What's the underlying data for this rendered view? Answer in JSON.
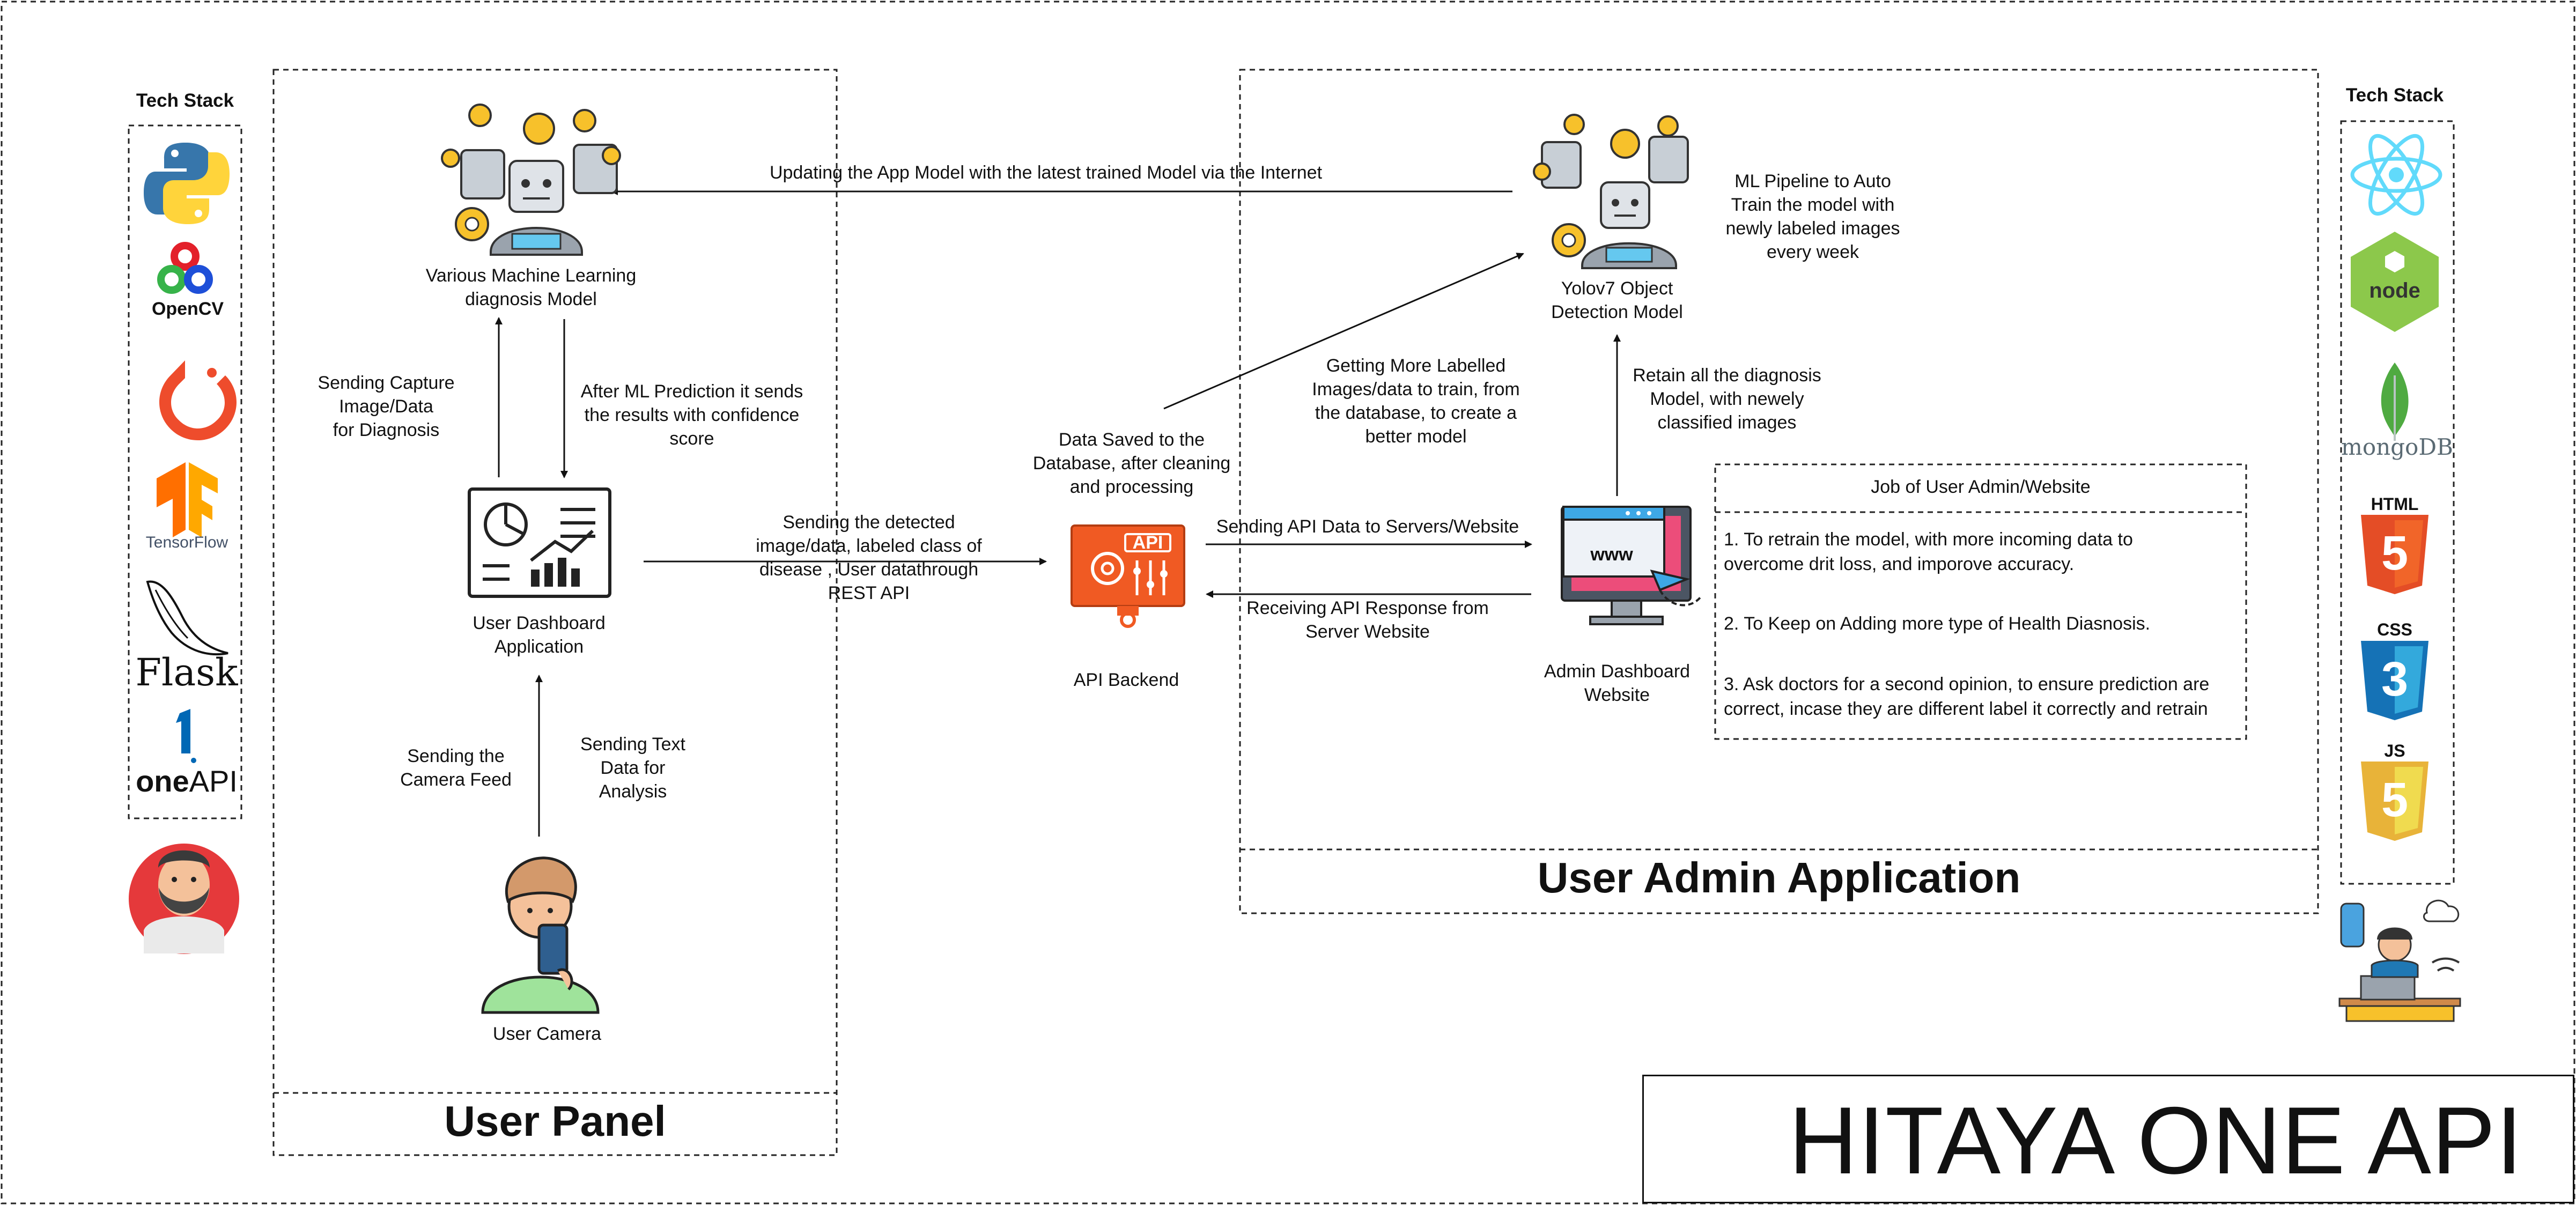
{
  "left_stack": {
    "title": "Tech Stack",
    "items": [
      {
        "name": "python-logo",
        "label": ""
      },
      {
        "name": "opencv-logo",
        "label": "OpenCV"
      },
      {
        "name": "pytorch-logo",
        "label": ""
      },
      {
        "name": "tensorflow-logo",
        "label": "TensorFlow"
      },
      {
        "name": "flask-logo",
        "label": "Flask"
      },
      {
        "name": "oneapi-logo",
        "label_bold": "one",
        "label_rest": "API",
        "mark": "1"
      }
    ]
  },
  "right_stack": {
    "title": "Tech Stack",
    "items": [
      {
        "name": "react-logo",
        "label": ""
      },
      {
        "name": "nodejs-logo",
        "label": "node"
      },
      {
        "name": "mongodb-logo",
        "label": "mongoDB"
      },
      {
        "name": "html5-logo",
        "label": "HTML",
        "glyph": "5"
      },
      {
        "name": "css3-logo",
        "label": "CSS",
        "glyph": "3"
      },
      {
        "name": "js-logo",
        "label": "JS",
        "glyph": "5"
      }
    ]
  },
  "user_panel": {
    "title": "User Panel",
    "ml_model_label": "Various Machine Learning\ndiagnosis Model",
    "dashboard_label": "User Dashboard\nApplication",
    "camera_label": "User Camera",
    "edge_capture": "Sending Capture\nImage/Data\nfor Diagnosis",
    "edge_prediction": "After ML Prediction it sends\nthe results with confidence\nscore",
    "edge_camera_feed": "Sending the\nCamera Feed",
    "edge_text_data": "Sending Text\nData for\nAnalysis"
  },
  "middle": {
    "api_label": "API Backend",
    "api_icon_text": "API",
    "edge_detected": "Sending the detected\nimage/data, labeled class of\ndisease , User datathrough\nREST API",
    "edge_db_saved": "Data Saved to the\nDatabase, after cleaning\nand processing",
    "edge_updating": "Updating the App Model with the latest trained Model via the Internet",
    "edge_more_labelled": "Getting More Labelled\nImages/data to train, from\nthe database, to create a\nbetter model",
    "edge_send_api": "Sending API Data to Servers/Website",
    "edge_receive_api": "Receiving API Response from\nServer Website"
  },
  "admin_panel": {
    "title": "User Admin Application",
    "yolo_label": "Yolov7     Object\nDetection Model",
    "ml_pipeline": "ML Pipeline to Auto\nTrain the model with\nnewly labeled images\nevery week",
    "edge_retain": "Retain all the diagnosis\nModel, with newely\nclassified images",
    "admin_dashboard_label": "Admin Dashboard\nWebsite",
    "www_text": "www",
    "job_box": {
      "title": "Job of User Admin/Website",
      "items": [
        "1. To retrain the model, with more incoming data to\novercome drit loss, and imporove accuracy.",
        "2. To Keep on Adding more type of Health Diasnosis.",
        "3. Ask doctors for a second opinion, to ensure prediction are\ncorrect, incase they are different label it correctly and retrain"
      ]
    }
  },
  "brand": {
    "title": "HITAYA ONE API"
  },
  "colors": {
    "api_orange": "#f05a23",
    "react_blue": "#61dafb",
    "node_green": "#8cc84b",
    "mongo_green": "#4faa41",
    "html_orange": "#e44d26",
    "css_blue": "#1572b6",
    "js_yellow": "#f0db4f",
    "python_blue": "#3776ab",
    "python_yellow": "#ffd43b",
    "pytorch_red": "#ee4c2c",
    "tensorflow_orange": "#ff8f00",
    "robot_yellow": "#f7c12b",
    "robot_gray": "#9aa3ad",
    "stethoscope_blue": "#1f3f68",
    "stethoscope_pink": "#d24f8a"
  }
}
